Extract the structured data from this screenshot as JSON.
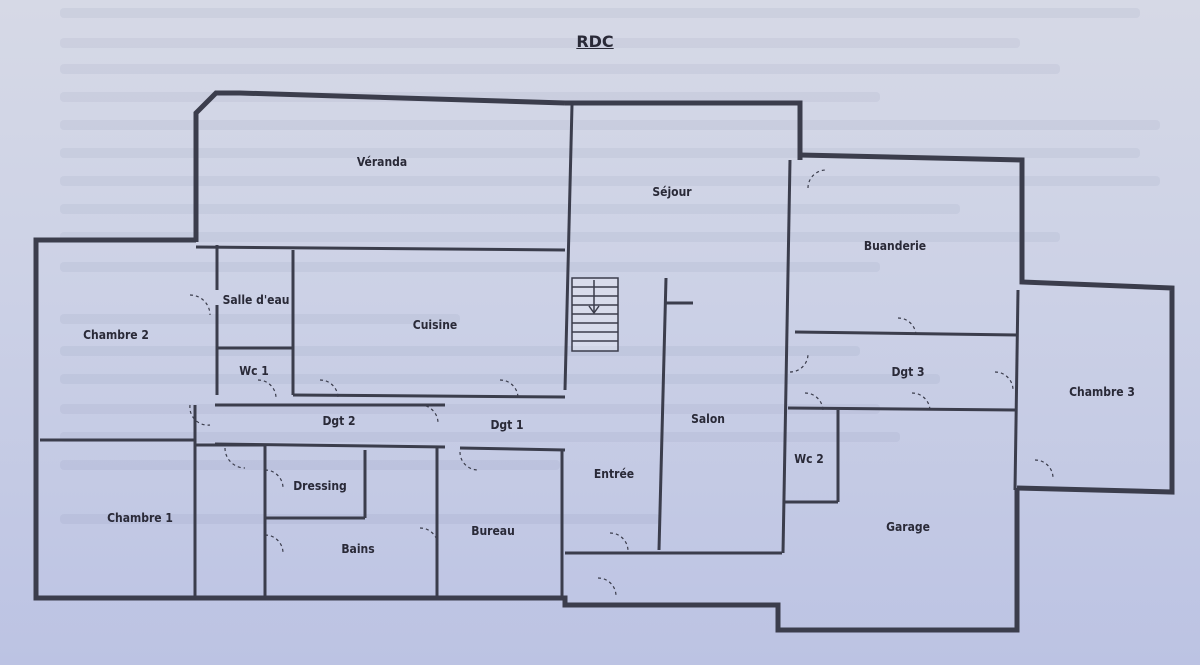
{
  "plan": {
    "title": "RDC",
    "rooms": {
      "veranda": "Véranda",
      "sejour": "Séjour",
      "buanderie": "Buanderie",
      "chambre2": "Chambre 2",
      "salle_eau": "Salle d'eau",
      "cuisine": "Cuisine",
      "wc1": "Wc 1",
      "dgt3": "Dgt 3",
      "chambre3": "Chambre 3",
      "dgt2": "Dgt 2",
      "dgt1": "Dgt 1",
      "salon": "Salon",
      "wc2": "Wc 2",
      "dressing": "Dressing",
      "entree": "Entrée",
      "chambre1": "Chambre 1",
      "bureau": "Bureau",
      "garage": "Garage",
      "bains": "Bains"
    }
  }
}
